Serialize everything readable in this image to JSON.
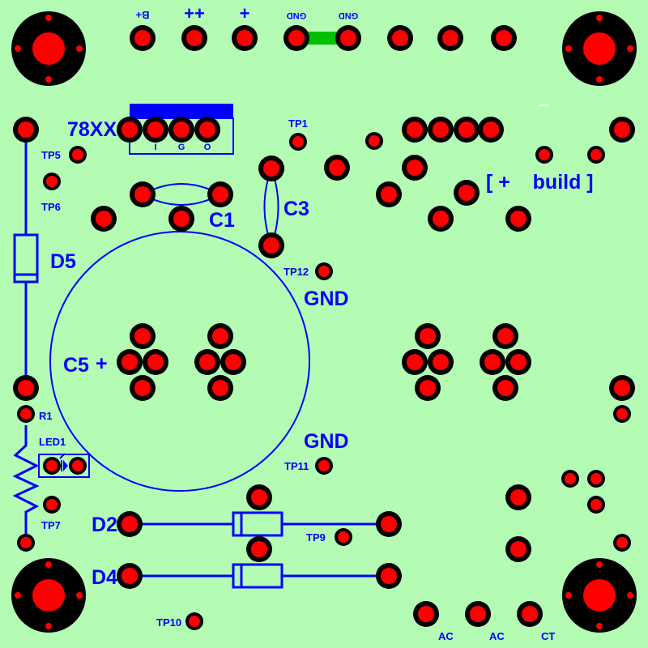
{
  "colors": {
    "board": "#b4fcb4",
    "silkscreen": "#0000ff",
    "pad_ring": "#000000",
    "pad_center": "#ff0000",
    "jumper": "#00c000",
    "highlight": "#ffffff"
  },
  "labels": {
    "regulator": "78XX",
    "reg_pin_i": "I",
    "reg_pin_g": "G",
    "reg_pin_o": "O",
    "c1": "C1",
    "c3": "C3",
    "c5": "C5",
    "c5_plus": "+",
    "d2": "D2",
    "d4": "D4",
    "d5": "D5",
    "r1": "R1",
    "led1": "LED1",
    "gnd_upper": "GND",
    "gnd_lower": "GND",
    "build_note": "[ +    build ]",
    "tp1": "TP1",
    "tp5": "TP5",
    "tp6": "TP6",
    "tp7": "TP7",
    "tp9": "TP9",
    "tp10": "TP10",
    "tp11": "TP11",
    "tp12": "TP12",
    "ac_left": "AC",
    "ac_right": "AC",
    "ct": "CT"
  },
  "top_connector": {
    "b_plus": "B+",
    "plus_plus": "++",
    "plus": "+",
    "gnd_1": "GND",
    "gnd_2": "GND"
  }
}
